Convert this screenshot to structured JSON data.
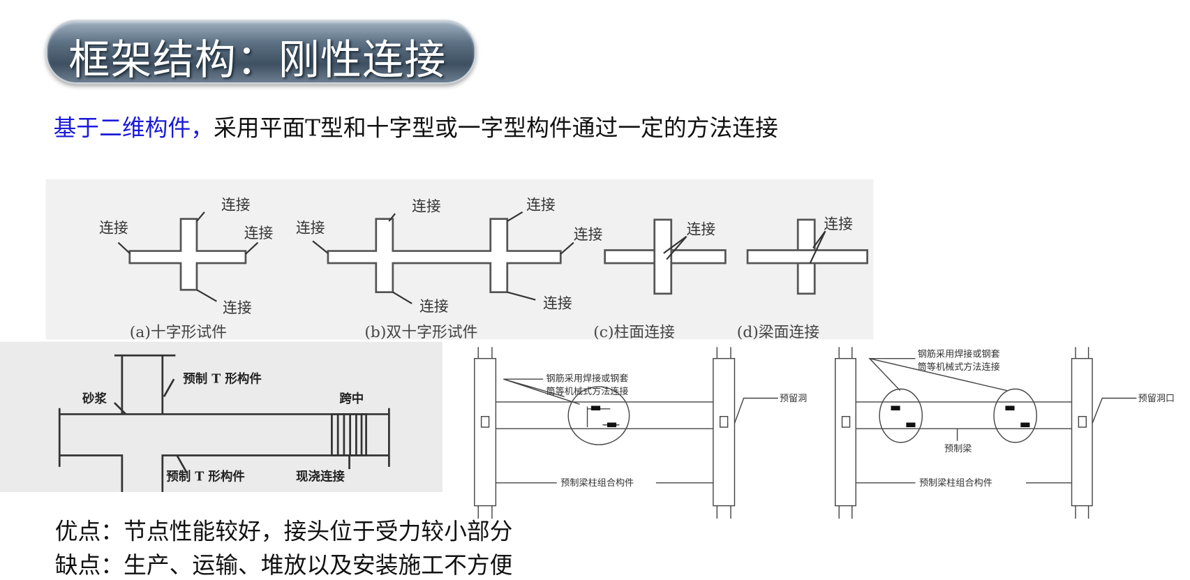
{
  "title": "框架结构：刚性连接",
  "subtitle": {
    "highlight": "基于二维构件，",
    "rest": "采用平面T型和十字型或一字型构件通过一定的方法连接"
  },
  "figure_top": {
    "joint_label": "连接",
    "captions": [
      "(a)十字形试件",
      "(b)双十字形试件",
      "(c)柱面连接",
      "(d)梁面连接"
    ]
  },
  "figure_left": {
    "precast_t_top": "预制 T 形构件",
    "mortar": "砂浆",
    "midspan": "跨中",
    "precast_t_bottom": "预制 T 形构件",
    "cast_in_place": "现浇连接"
  },
  "figure_middle": {
    "rebar_line1": "钢筋采用焊接或钢套",
    "rebar_line2": "筒等机械式方法连接",
    "reserved_hole": "预留洞",
    "assembly": "预制梁柱组合构件"
  },
  "figure_right": {
    "rebar_line1": "钢筋采用焊接或钢套",
    "rebar_line2": "筒等机械式方法连接",
    "reserved_hole": "预留洞口",
    "precast_beam": "预制梁",
    "assembly": "预制梁柱组合构件"
  },
  "pros": "优点：节点性能较好，接头位于受力较小部分",
  "cons": "缺点：生产、运输、堆放以及安装施工不方便"
}
